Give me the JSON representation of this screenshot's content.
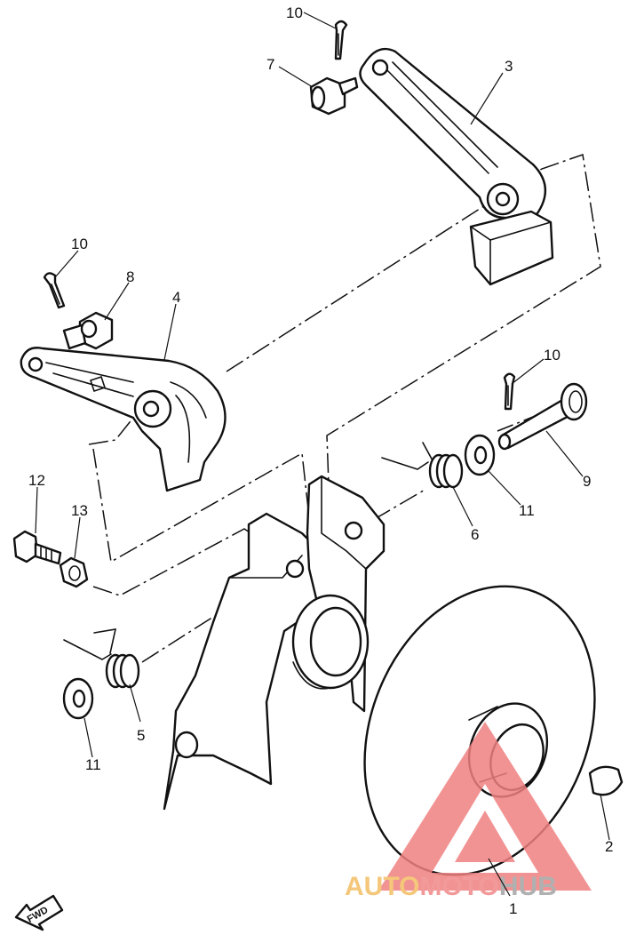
{
  "callouts": [
    {
      "label": "10"
    },
    {
      "label": "7"
    },
    {
      "label": "3"
    },
    {
      "label": "10"
    },
    {
      "label": "8"
    },
    {
      "label": "4"
    },
    {
      "label": "10"
    },
    {
      "label": "9"
    },
    {
      "label": "12"
    },
    {
      "label": "13"
    },
    {
      "label": "6"
    },
    {
      "label": "11"
    },
    {
      "label": "5"
    },
    {
      "label": "11"
    },
    {
      "label": "2"
    },
    {
      "label": "1"
    }
  ],
  "fwd_label": "FWD",
  "watermark": {
    "part1": "AUTO",
    "part2": "MOTO",
    "part3": "HUB",
    "color1": "#f4c77a",
    "color2": "#f29a9a",
    "color3": "#b0b0b0",
    "triangle_color": "#f08080"
  }
}
